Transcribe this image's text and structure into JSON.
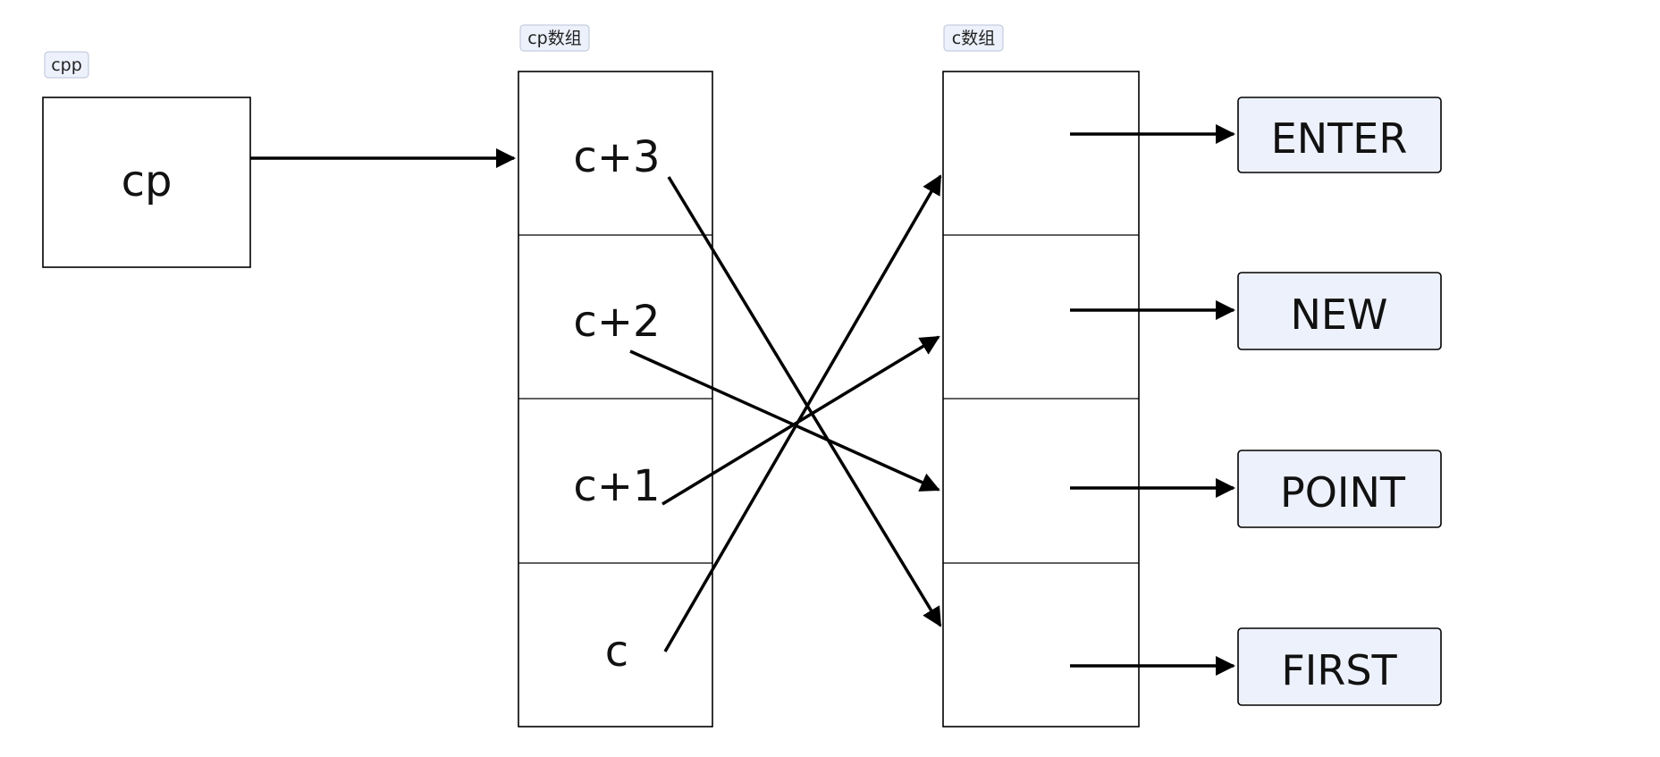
{
  "cpp": {
    "tag": "cpp",
    "value": "cp"
  },
  "cp_array": {
    "tag": "cp数组",
    "cells": [
      "c+3",
      "c+2",
      "c+1",
      "c"
    ]
  },
  "c_array": {
    "tag": "c数组"
  },
  "strings": [
    "ENTER",
    "NEW",
    "POINT",
    "FIRST"
  ],
  "colors": {
    "string_box_fill": "#EDF1FC",
    "tag_fill": "#EDF1FC",
    "line": "#000000"
  },
  "pointer_map": [
    {
      "from": "c+3",
      "to_c_index": 3
    },
    {
      "from": "c+2",
      "to_c_index": 2
    },
    {
      "from": "c+1",
      "to_c_index": 1
    },
    {
      "from": "c",
      "to_c_index": 0
    }
  ]
}
